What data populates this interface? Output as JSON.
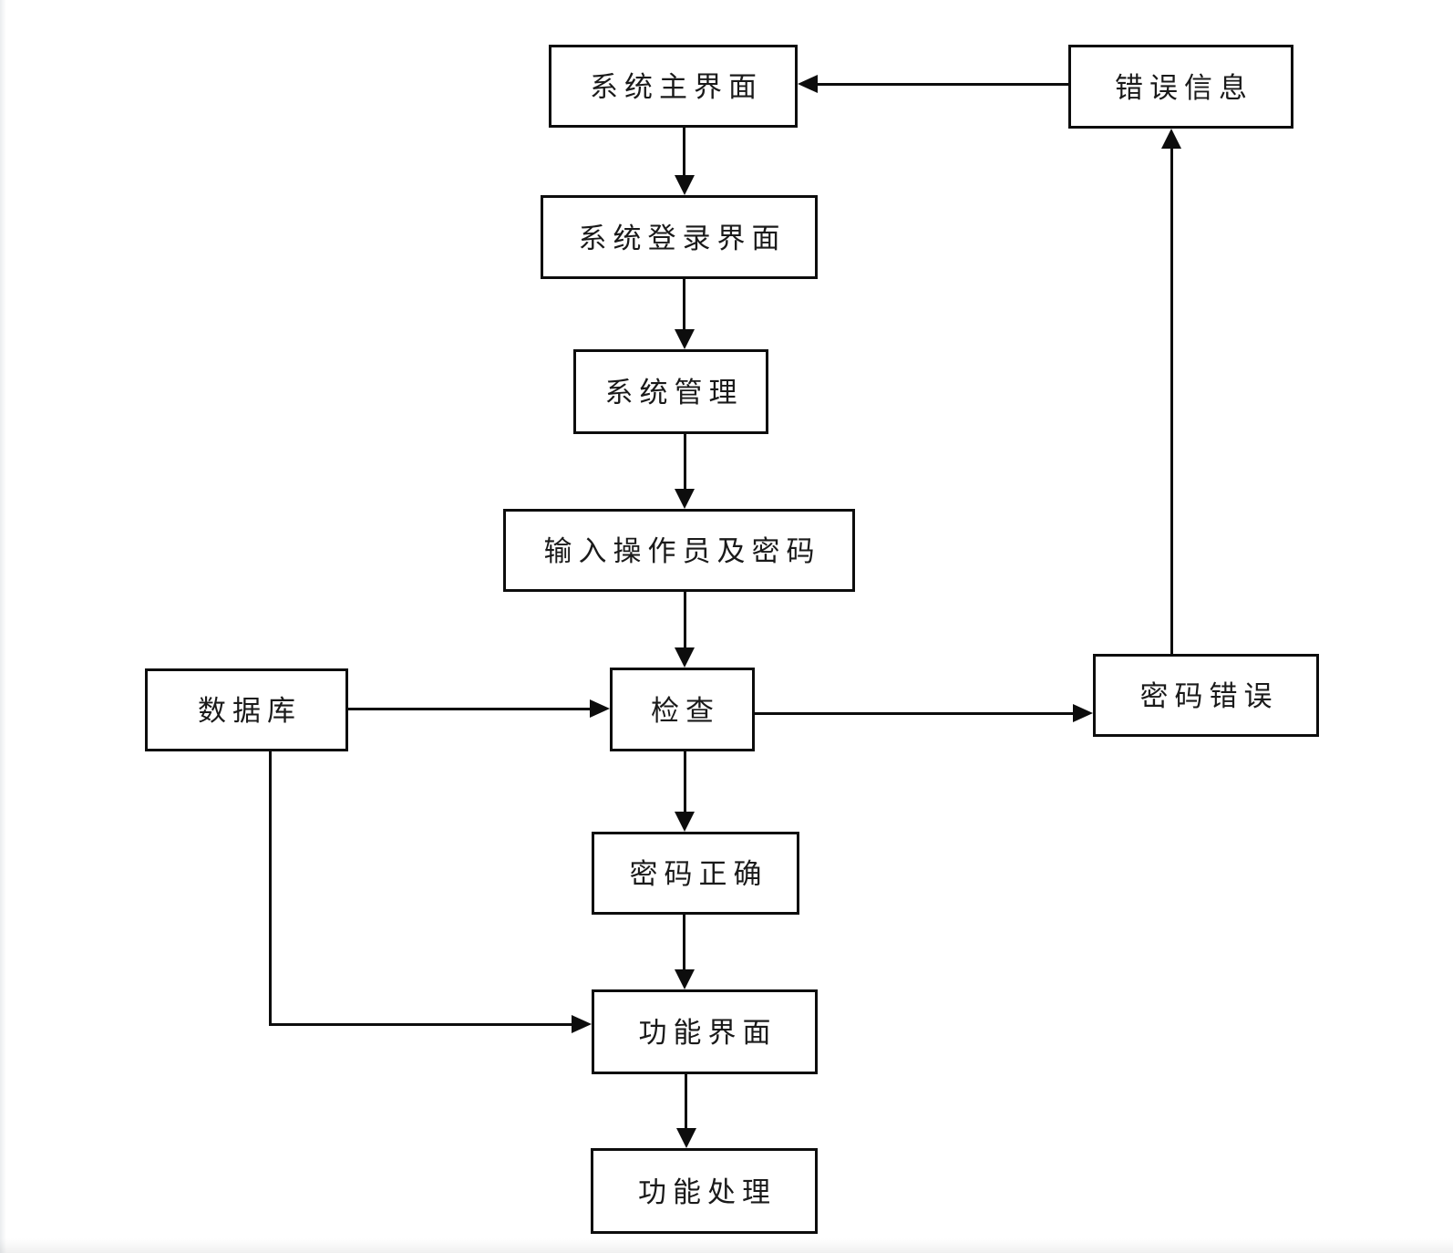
{
  "diagram": {
    "type": "flowchart",
    "language": "zh-CN",
    "colors": {
      "line": "#0d0d0d",
      "box_border": "#0d0d0d",
      "box_background": "#ffffff",
      "page_background": "#ffffff",
      "text": "#1a1a1a"
    }
  },
  "nodes": [
    {
      "id": "system_main",
      "label": "系统主界面"
    },
    {
      "id": "error_info",
      "label": "错误信息"
    },
    {
      "id": "system_login",
      "label": "系统登录界面"
    },
    {
      "id": "system_mgmt",
      "label": "系统管理"
    },
    {
      "id": "input_operator_password",
      "label": "输入操作员及密码"
    },
    {
      "id": "database",
      "label": "数据库"
    },
    {
      "id": "check",
      "label": "检查"
    },
    {
      "id": "password_wrong",
      "label": "密码错误"
    },
    {
      "id": "password_correct",
      "label": "密码正确"
    },
    {
      "id": "function_ui",
      "label": "功能界面"
    },
    {
      "id": "function_process",
      "label": "功能处理"
    }
  ],
  "edges": [
    {
      "from": "system_main",
      "to": "system_login",
      "shape": "straight-down"
    },
    {
      "from": "system_login",
      "to": "system_mgmt",
      "shape": "straight-down"
    },
    {
      "from": "system_mgmt",
      "to": "input_operator_password",
      "shape": "straight-down"
    },
    {
      "from": "input_operator_password",
      "to": "check",
      "shape": "straight-down"
    },
    {
      "from": "database",
      "to": "check",
      "shape": "straight-right"
    },
    {
      "from": "check",
      "to": "password_wrong",
      "shape": "straight-right"
    },
    {
      "from": "password_wrong",
      "to": "error_info",
      "shape": "straight-up"
    },
    {
      "from": "error_info",
      "to": "system_main",
      "shape": "straight-left"
    },
    {
      "from": "check",
      "to": "password_correct",
      "shape": "straight-down"
    },
    {
      "from": "password_correct",
      "to": "function_ui",
      "shape": "straight-down"
    },
    {
      "from": "database",
      "to": "function_ui",
      "shape": "elbow-down-right"
    },
    {
      "from": "function_ui",
      "to": "function_process",
      "shape": "straight-down"
    }
  ]
}
